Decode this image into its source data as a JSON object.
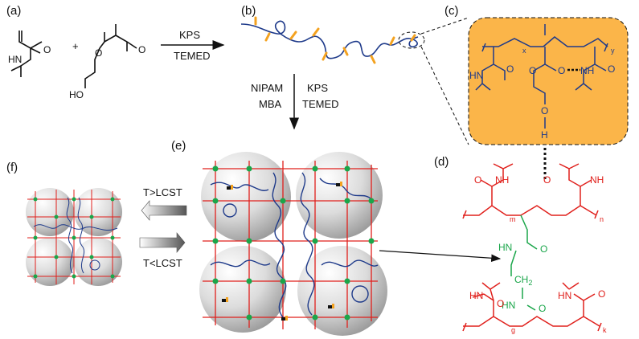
{
  "panels": {
    "a": "(a)",
    "b": "(b)",
    "c": "(c)",
    "d": "(d)",
    "e": "(e)",
    "f": "(f)"
  },
  "reaction1": {
    "plus": "+",
    "reagent1": "KPS",
    "reagent2": "TEMED"
  },
  "reaction2": {
    "left1": "NIPAM",
    "left2": "MBA",
    "right1": "KPS",
    "right2": "TEMED"
  },
  "temperature": {
    "heat": "T>LCST",
    "cool": "T<LCST"
  },
  "monomers": {
    "nipam_nh": "HN",
    "nipam_o": "O",
    "hema_o1": "O",
    "hema_o2": "O",
    "hema_ho": "HO"
  },
  "panel_c": {
    "hn_left": "HN",
    "o_left": "O",
    "o_mid_ring": "O",
    "o_mid": "O",
    "nh_right": "NH",
    "o_right": "O",
    "o_chain": "O",
    "h_chain": "H",
    "sub_x": "x",
    "sub_y": "y"
  },
  "panel_d": {
    "o1": "O",
    "nh1": "NH",
    "o2": "O",
    "nh2": "NH",
    "sub_m": "m",
    "sub_n": "n",
    "hn_link1": "HN",
    "o_link1": "O",
    "ch2": "CH",
    "ch2_sub": "2",
    "hn_link2": "HN",
    "o_link2": "O",
    "hn3": "HN",
    "o3": "O",
    "hn4": "HN",
    "o4": "O",
    "sub_g": "g",
    "sub_k": "k"
  },
  "colors": {
    "polymer_blue": "#1e3a8a",
    "crosslink_red": "#e0201c",
    "linker_green": "#1aa64a",
    "highlight_orange": "#fbb549"
  }
}
